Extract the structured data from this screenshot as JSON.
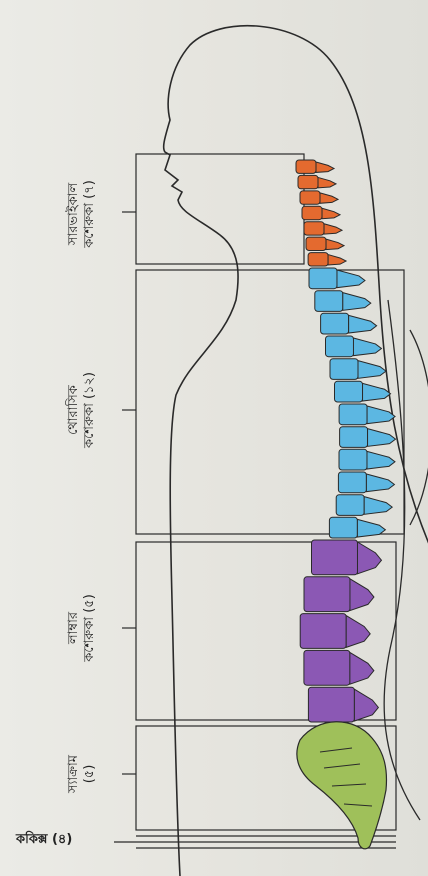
{
  "regions": {
    "cervical": {
      "name": "সারভাইকাল",
      "sub": "কশেরুকা (৭)",
      "color": "#e46a2f"
    },
    "thoracic": {
      "name": "থোরাসিক",
      "sub": "কশেরুকা (১২)",
      "color": "#5cb7e2"
    },
    "lumbar": {
      "name": "লাম্বার",
      "sub": "কশেরুকা (৫)",
      "color": "#8b58b4"
    },
    "sacral": {
      "name": "স্যাক্রাম",
      "sub": "(৫)",
      "color": "#9fc05a"
    },
    "coccyx": {
      "name": "ককিক্স (৪)"
    }
  },
  "colors": {
    "outline": "#2a2a2a",
    "background": "#e6e5df"
  },
  "icons": [
    "human-body-silhouette",
    "vertebral-column"
  ]
}
